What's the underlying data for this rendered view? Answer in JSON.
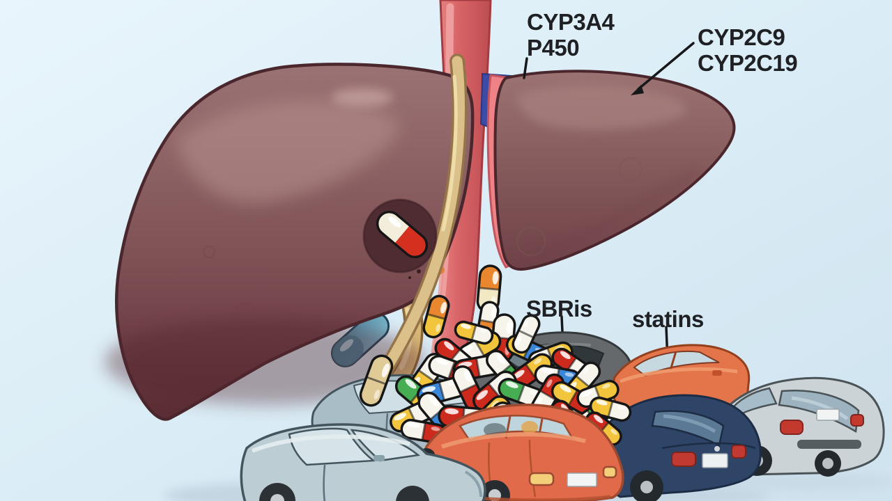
{
  "labels": {
    "enzyme_left": {
      "line1": "CYP3A4",
      "line2": "P450"
    },
    "enzyme_right": {
      "line1": "CYP2C9",
      "line2": "CYP2C19"
    },
    "drug_left": "SBRis",
    "drug_right": "statins"
  },
  "scene": {
    "description_items": [
      "liver",
      "hepatic-vessel",
      "falciform-ligament",
      "gallbladder",
      "bile-duct",
      "capsule-in-liver",
      "pill-pile",
      "cars"
    ]
  },
  "colors": {
    "bg_top": "#e9f5fc",
    "bg_mid": "#dbedf6",
    "bg_bottom": "#cfe3ef",
    "ink": "#1f2024",
    "leader": "#17181a",
    "liver_outline": "#4a272d",
    "vessel": "#d96467",
    "vessel_hi": "#efa0a0",
    "vessel_edge": "#a43b40",
    "rim_pink": "#ee8287",
    "patch_blue": "#3c4ca6",
    "ligament": "#dbc089",
    "ligament_edge": "#96744a",
    "gall_a": "#4a87a0",
    "gall_b": "#79b6cd",
    "gall_edge": "#1c4557",
    "duct": "#d9b878",
    "duct_edge": "#8a6736",
    "recess": "#4f2c31",
    "capsule_white": "#f3eedb",
    "capsule_red": "#d5301f",
    "car_gray": "#a9bdc6",
    "car_gray_light": "#bccdd4",
    "car_dark": "#65696b",
    "car_orange": "#e4744a",
    "car_orange2": "#e06a4a",
    "car_navy": "#2e4568",
    "car_silver": "#ccd3d6",
    "window_light": "#cfdfe5",
    "window_dark": "#30373b",
    "shadow": "#c6d8e3",
    "pill_outline": "#161616",
    "pill": {
      "white": "#f7f4ec",
      "red": "#cd2a1e",
      "yellow": "#f2c53c",
      "blue": "#3a86d8",
      "green": "#46ad52",
      "orange": "#e8872d",
      "cream": "#f2e9c4",
      "tan": "#e0cb97"
    }
  }
}
